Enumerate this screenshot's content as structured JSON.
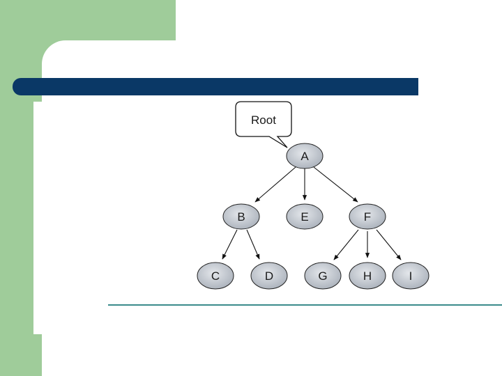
{
  "root_callout": "Root",
  "nodes": {
    "a": "A",
    "b": "B",
    "e": "E",
    "f": "F",
    "c": "C",
    "d": "D",
    "g": "G",
    "h": "H",
    "i": "I"
  },
  "colors": {
    "side_green": "#9fcc9a",
    "title_bar": "#0a3866",
    "rule": "#3a8b8b",
    "node_fill": "#c6cbd2"
  }
}
